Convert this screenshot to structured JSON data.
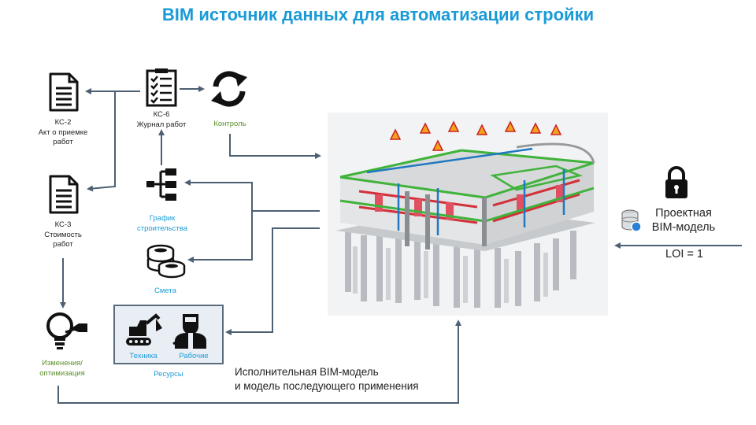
{
  "title": "BIM источник данных для автоматизации стройки",
  "nodes": {
    "ks2": {
      "line1": "КС-2",
      "line2": "Акт о приемке",
      "line3": "работ"
    },
    "ks3": {
      "line1": "КС-3",
      "line2": "Стоимость",
      "line3": "работ"
    },
    "ks6": {
      "line1": "КС-6",
      "line2": "Журнал работ"
    },
    "control": {
      "label": "Контроль"
    },
    "schedule": {
      "line1": "График",
      "line2": "строительства"
    },
    "estimate": {
      "label": "Смета"
    },
    "changes": {
      "line1": "Изменения/",
      "line2": "оптимизация"
    },
    "resources": {
      "machinery": "Техника",
      "workers": "Рабочие",
      "label": "Ресурсы"
    },
    "design_model": {
      "line1": "Проектная",
      "line2": "BIM-модель",
      "loi": "LOI = 1"
    },
    "exec_model": {
      "line1": "Исполнительная BIM-модель",
      "line2": "и модель последующего применения"
    }
  },
  "icons": [
    "document-icon",
    "checklist-icon",
    "refresh-icon",
    "hierarchy-icon",
    "coins-icon",
    "lightbulb-icon",
    "excavator-icon",
    "worker-icon",
    "lock-icon",
    "database-icon",
    "bim-model-image"
  ],
  "colors": {
    "title": "#1a9bd7",
    "label_blue": "#1a9bd7",
    "label_green": "#5a8f2a",
    "arrow": "#4d5f73",
    "resource_box_border": "#5a6b7d",
    "resource_box_fill": "#e9eef5"
  }
}
